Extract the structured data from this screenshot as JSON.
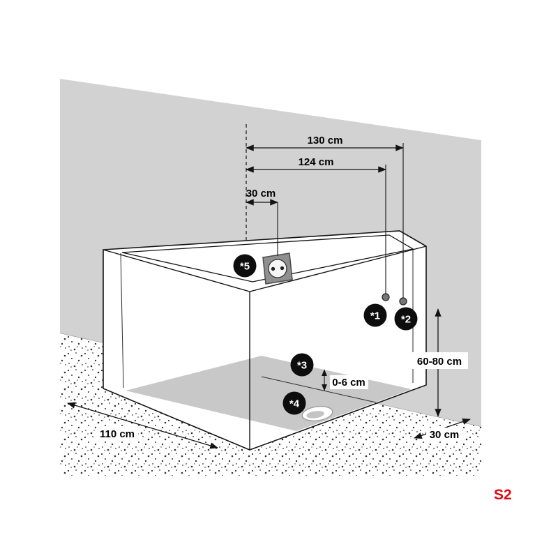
{
  "sheet_code": "S2",
  "colors": {
    "accent": "#e30613",
    "wall": "#d2d2d2",
    "interior_shade": "#c8c8c8",
    "badge_bg": "#0d0d0d",
    "socket_body": "#8f8f8f"
  },
  "dimensions": {
    "top_width": "130 cm",
    "inner_width": "124 cm",
    "socket_offset": "30 cm",
    "connection_height": "60-80 cm",
    "drain_height": "0-6 cm",
    "depth": "110 cm",
    "side_offset": "30 cm"
  },
  "badges": [
    {
      "label": "*1"
    },
    {
      "label": "*2"
    },
    {
      "label": "*3"
    },
    {
      "label": "*4"
    },
    {
      "label": "*5"
    }
  ],
  "icons": {
    "socket": "power-socket-icon",
    "drain": "drain-hole-icon",
    "connection": "connection-point-dot"
  }
}
